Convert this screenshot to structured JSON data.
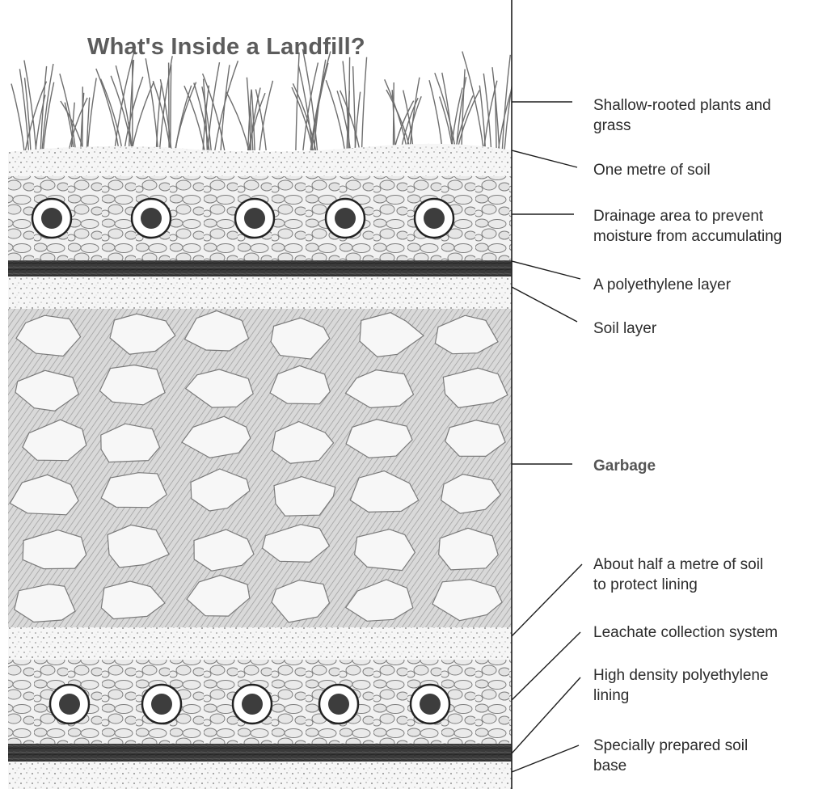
{
  "diagram": {
    "title": "What's Inside a Landfill?",
    "labels": [
      {
        "id": "plants",
        "text": "Shallow-rooted plants and\ngrass",
        "bold": false
      },
      {
        "id": "topsoil",
        "text": "One metre of soil",
        "bold": false
      },
      {
        "id": "drainage",
        "text": "Drainage area to prevent\nmoisture from accumulating",
        "bold": false
      },
      {
        "id": "polyethylene",
        "text": "A polyethylene layer",
        "bold": false
      },
      {
        "id": "soil-layer",
        "text": "Soil layer",
        "bold": false
      },
      {
        "id": "garbage",
        "text": "Garbage",
        "bold": true
      },
      {
        "id": "protect-soil",
        "text": "About half a metre of soil\nto protect lining",
        "bold": false
      },
      {
        "id": "leachate",
        "text": "Leachate collection system",
        "bold": false
      },
      {
        "id": "hdpe",
        "text": "High density polyethylene\nlining",
        "bold": false
      },
      {
        "id": "base",
        "text": "Specially prepared soil\nbase",
        "bold": false
      }
    ],
    "colors": {
      "ink": "#2b2b2b",
      "gravel": "#efefef",
      "soil": "#f4f4f4",
      "liner": "#3a3a3a",
      "pipe": "#3d3d3d"
    }
  }
}
